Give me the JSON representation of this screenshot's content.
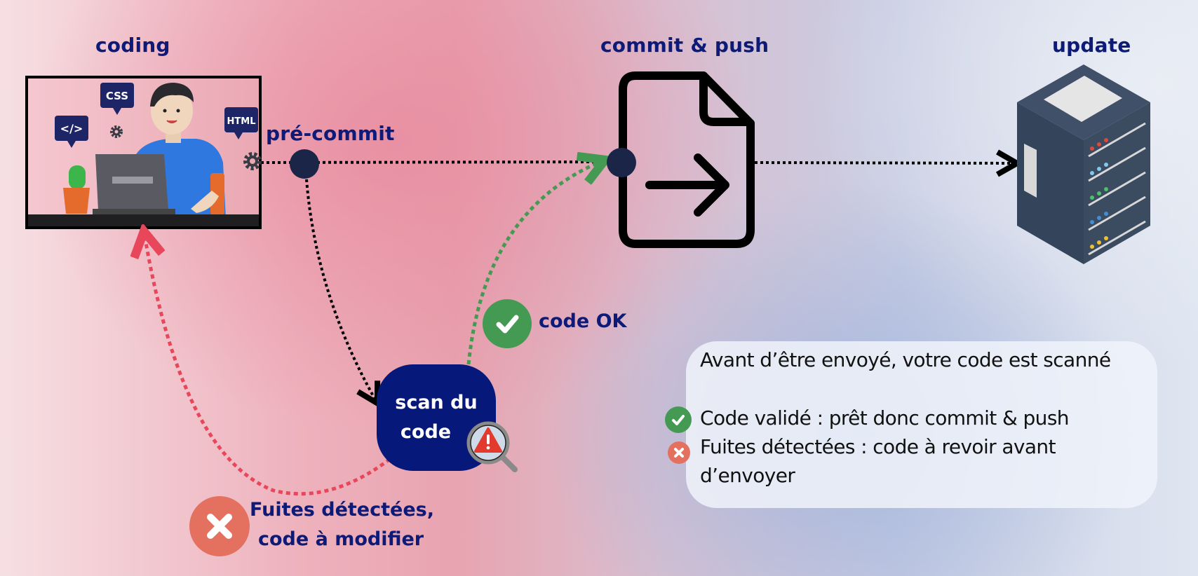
{
  "stages": {
    "coding": "coding",
    "pre_commit": "pré-commit",
    "commit_push": "commit & push",
    "update": "update"
  },
  "scan": {
    "line1": "scan du",
    "line2": "code"
  },
  "outcomes": {
    "ok": "code OK",
    "leak_line1": "Fuites détectées,",
    "leak_line2": "code à modifier"
  },
  "illustration": {
    "tags": [
      "</>",
      "CSS",
      "HTML"
    ]
  },
  "info_card": {
    "title": "Avant d’être envoyé, votre code est scanné",
    "items": [
      {
        "status": "success",
        "icon": "check-icon",
        "text": "Code validé : prêt donc commit & push"
      },
      {
        "status": "error",
        "icon": "x-icon",
        "text": "Fuites détectées : code à revoir avant",
        "text_cont": "d’envoyer"
      }
    ]
  },
  "colors": {
    "primary": "#0d1a78",
    "scan_box": "#06187a",
    "node": "#1b2548",
    "success": "#459a53",
    "error": "#e4705f",
    "error_arrow": "#e8475b"
  }
}
